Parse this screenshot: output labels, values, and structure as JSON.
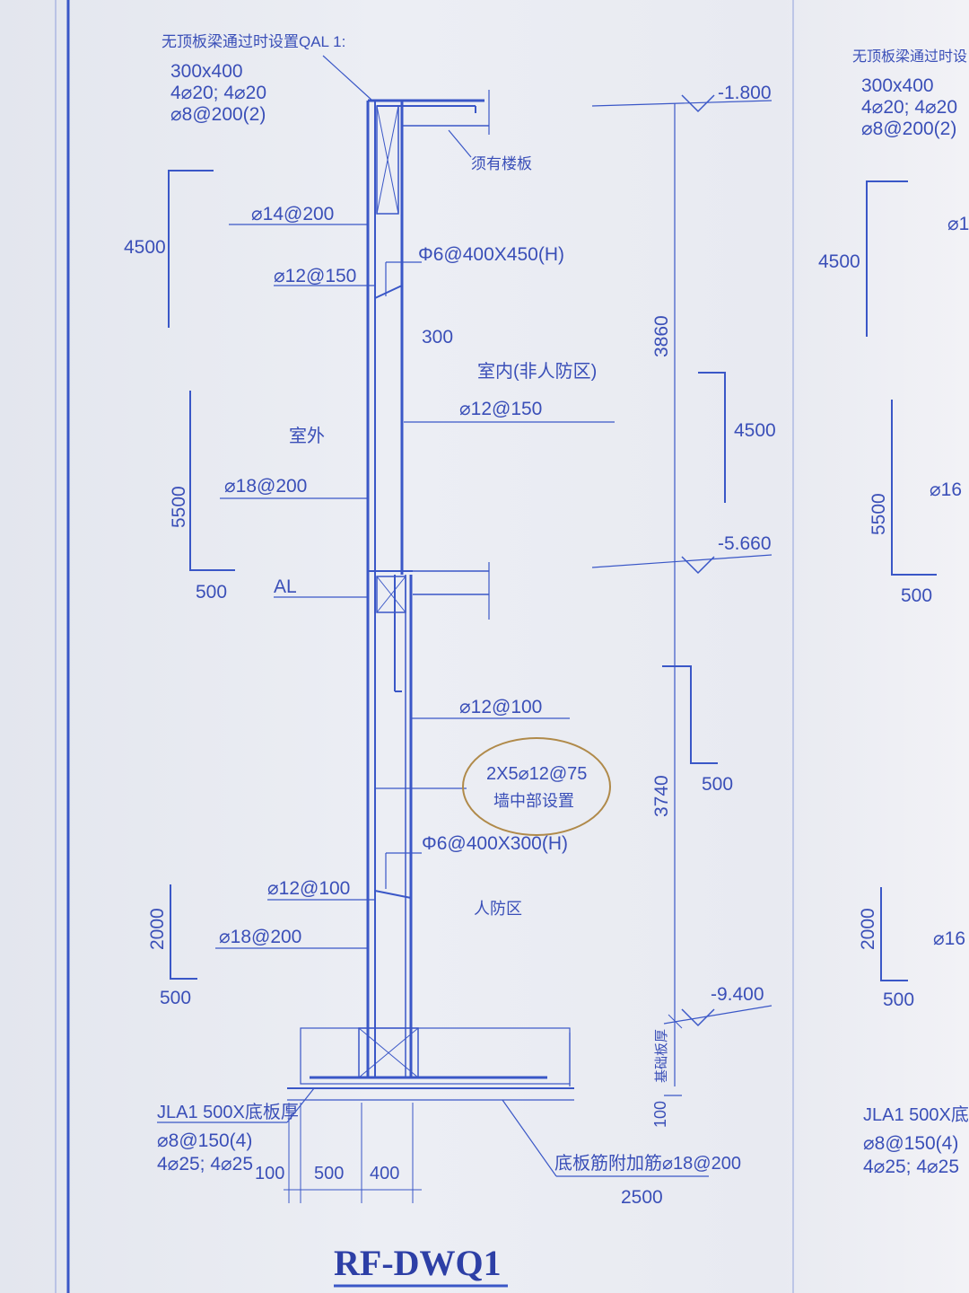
{
  "drawing_title": "RF-DWQ1",
  "colors": {
    "ink": "#3a57c7",
    "text": "#3a4fb8",
    "paper": "#e9ebf2",
    "highlight_circle": "#b08a4a"
  },
  "top_beam": {
    "note": "无顶板梁通过时设置QAL 1:",
    "size": "300x400",
    "rebar": "4⌀20; 4⌀20",
    "stirrup": "⌀8@200(2)"
  },
  "roof_slab_label": "须有楼板",
  "elevations": {
    "top": "-1.800",
    "mid": "-5.660",
    "bottom": "-9.400"
  },
  "heights": {
    "upper": "3860",
    "lower": "3740"
  },
  "wall_thickness": "300",
  "zones": {
    "outdoor": "室外",
    "indoor": "室内(非人防区)",
    "civil_defense": "人防区"
  },
  "rebars": {
    "outer_upper": "⌀14@200",
    "tie_upper": "Φ6@400X450(H)",
    "outer_upper_short": "⌀12@150",
    "inner_upper": "⌀12@150",
    "outer_mid": "⌀18@200",
    "inner_lower": "⌀12@100",
    "middle_bars": "2X5⌀12@75",
    "middle_note": "墙中部设置",
    "tie_lower": "Φ6@400X300(H)",
    "outer_lower_short": "⌀12@100",
    "outer_lower": "⌀18@200"
  },
  "beam_al_label": "AL",
  "bar_extents": {
    "left_top_len": "4500",
    "left_mid_len": "5500",
    "left_mid_hook": "500",
    "left_bot_len": "2000",
    "left_bot_hook": "500",
    "right_top_len": "4500",
    "right_mid_hook": "500"
  },
  "foundation": {
    "beam_label": "JLA1 500X底板厚",
    "stirrup": "⌀8@150(4)",
    "rebar": "4⌀25; 4⌀25",
    "dims": [
      "100",
      "500",
      "400"
    ],
    "slab_thick_label": "基础板厚",
    "cover": "100",
    "slab_bar_note": "底板筋附加筋⌀18@200",
    "width": "2500"
  },
  "right_sheet": {
    "note": "无顶板梁通过时设",
    "size": "300x400",
    "rebar": "4⌀20; 4⌀20",
    "stirrup": "⌀8@200(2)",
    "len_top": "4500",
    "len_mid": "5500",
    "hook_mid": "500",
    "len_bot": "2000",
    "hook_bot": "500",
    "bar_1": "⌀1",
    "bar_2": "⌀16",
    "bar_3": "⌀16",
    "foundation_label": "JLA1 500X底",
    "stirrup_bot": "⌀8@150(4)",
    "rebar_bot": "4⌀25; 4⌀25"
  }
}
